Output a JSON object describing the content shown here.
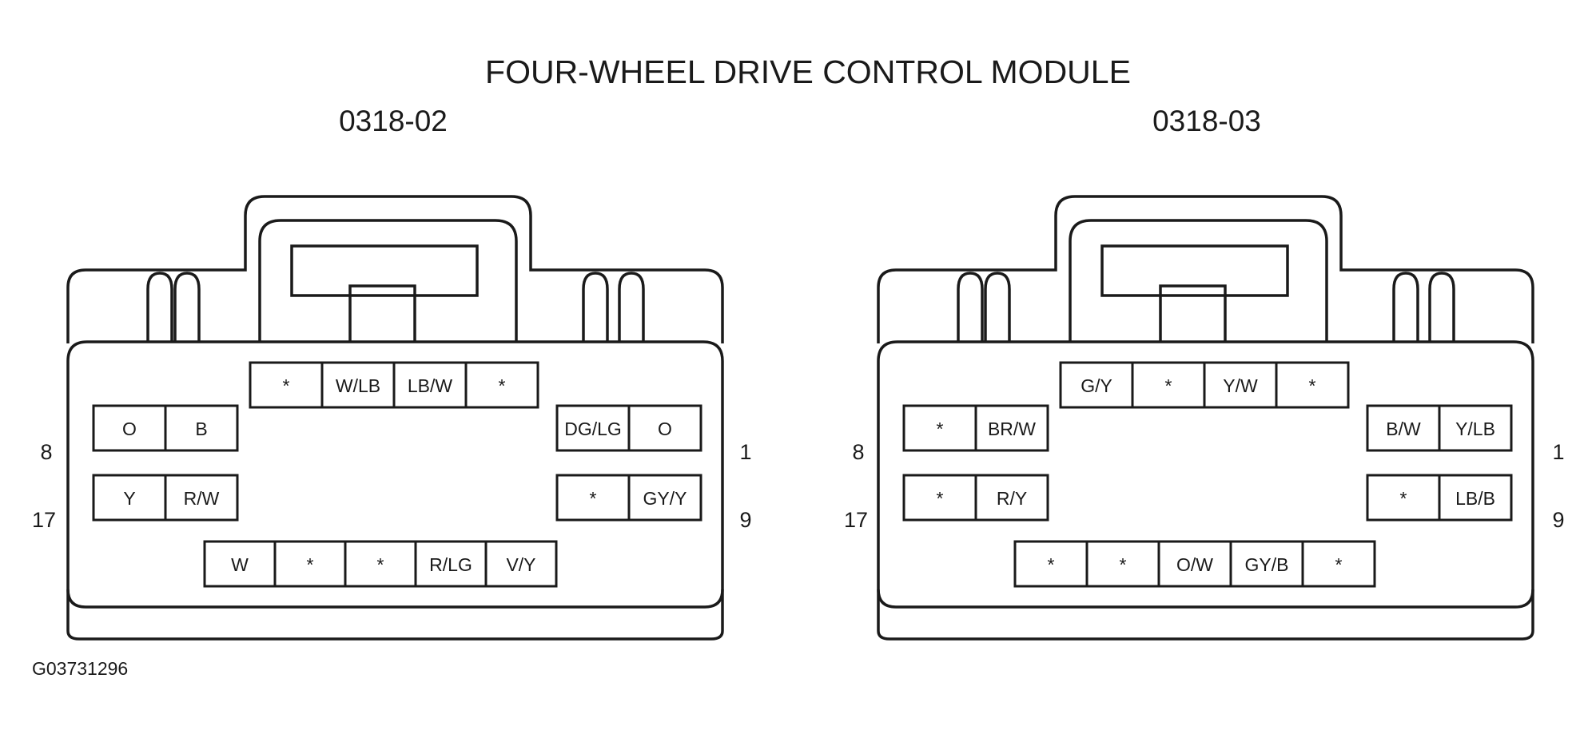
{
  "title": "FOUR-WHEEL DRIVE CONTROL MODULE",
  "figure_id": "G03731296",
  "connectors": [
    {
      "id": "0318-02",
      "pin_numbers": {
        "row1_left": "8",
        "row1_right": "1",
        "row2_left": "17",
        "row2_right": "9"
      },
      "rows": {
        "top": [
          "*",
          "W/LB",
          "LB/W",
          "*"
        ],
        "left1": [
          "O",
          "B"
        ],
        "left2": [
          "Y",
          "R/W"
        ],
        "right1": [
          "DG/LG",
          "O"
        ],
        "right2": [
          "*",
          "GY/Y"
        ],
        "bottom": [
          "W",
          "*",
          "*",
          "R/LG",
          "V/Y"
        ]
      }
    },
    {
      "id": "0318-03",
      "pin_numbers": {
        "row1_left": "8",
        "row1_right": "1",
        "row2_left": "17",
        "row2_right": "9"
      },
      "rows": {
        "top": [
          "G/Y",
          "*",
          "Y/W",
          "*"
        ],
        "left1": [
          "*",
          "BR/W"
        ],
        "left2": [
          "*",
          "R/Y"
        ],
        "right1": [
          "B/W",
          "Y/LB"
        ],
        "right2": [
          "*",
          "LB/B"
        ],
        "bottom": [
          "*",
          "*",
          "O/W",
          "GY/B",
          "*"
        ]
      }
    }
  ]
}
